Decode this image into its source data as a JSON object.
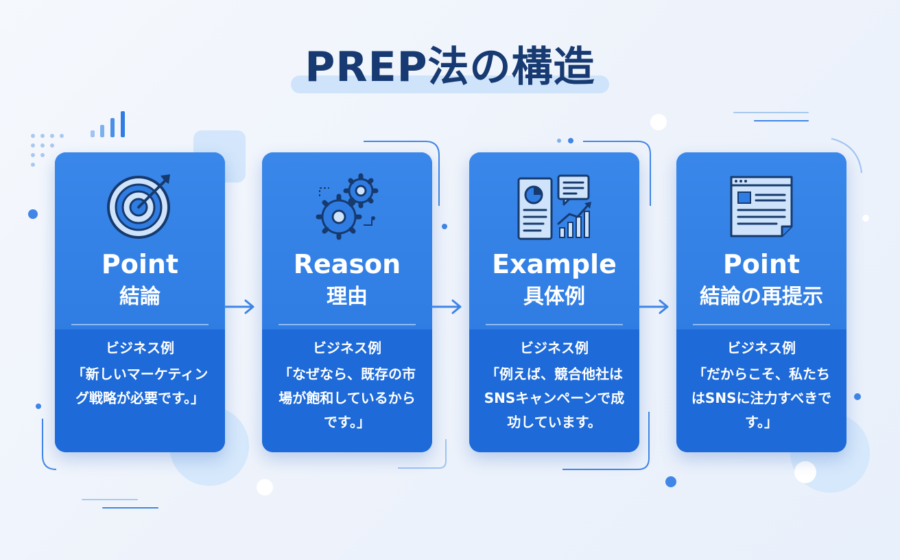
{
  "title": "PREP法の構造",
  "colors": {
    "card": "#2f7de3",
    "card_bottom": "#1d6ad8",
    "title": "#173a72",
    "accent": "#3f86e6"
  },
  "steps": [
    {
      "icon": "target-icon",
      "label_en": "Point",
      "label_ja": "結論",
      "example_title": "ビジネス例",
      "example_text": "「新しいマーケティング戦略が必要です。」"
    },
    {
      "icon": "gears-icon",
      "label_en": "Reason",
      "label_ja": "理由",
      "example_title": "ビジネス例",
      "example_text": "「なぜなら、既存の市場が飽和しているからです。」"
    },
    {
      "icon": "report-chart-icon",
      "label_en": "Example",
      "label_ja": "具体例",
      "example_title": "ビジネス例",
      "example_text": "「例えば、競合他社はSNSキャンペーンで成功しています。"
    },
    {
      "icon": "document-icon",
      "label_en": "Point",
      "label_ja": "結論の再提示",
      "example_title": "ビジネス例",
      "example_text": "「だからこそ、私たちはSNSに注力すべきです。」"
    }
  ]
}
